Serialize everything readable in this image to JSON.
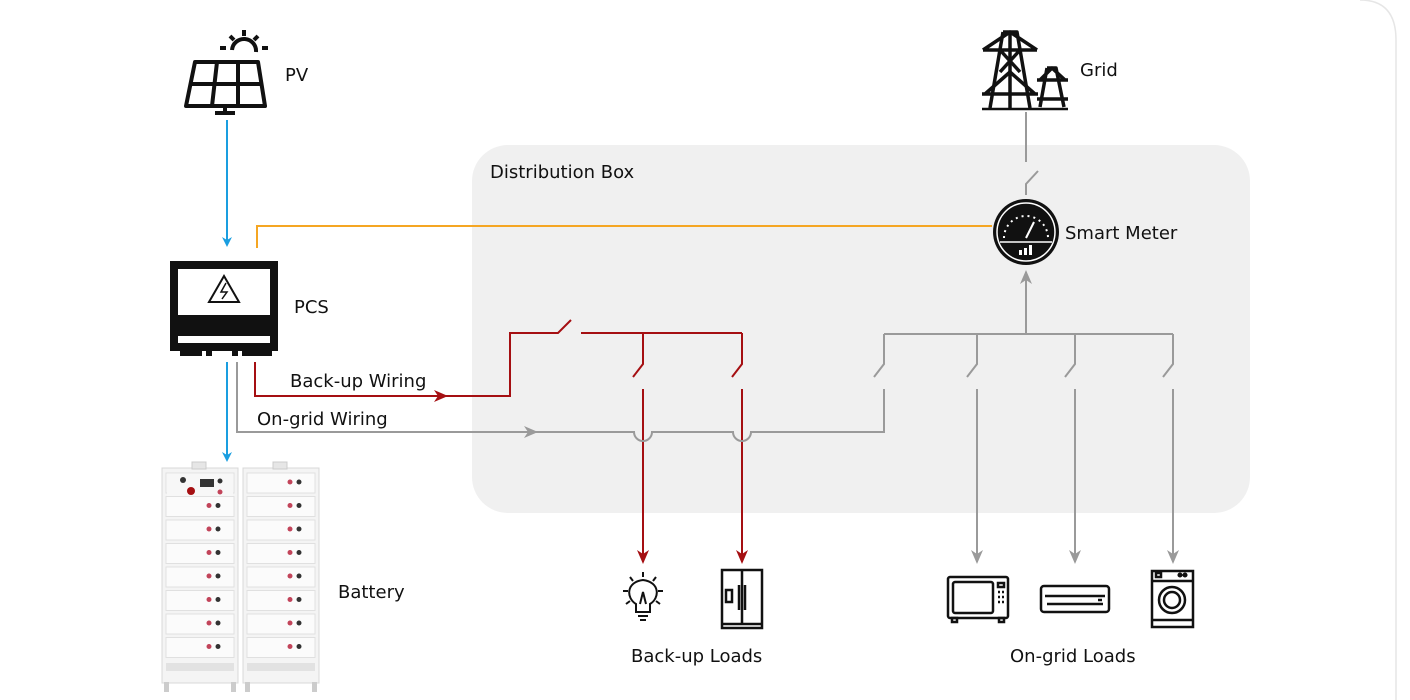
{
  "labels": {
    "pv": "PV",
    "pcs": "PCS",
    "battery": "Battery",
    "distribution_box": "Distribution Box",
    "grid": "Grid",
    "smart_meter": "Smart Meter",
    "backup_wiring": "Back-up Wiring",
    "ongrid_wiring": "On-grid Wiring",
    "backup_loads": "Back-up Loads",
    "ongrid_loads": "On-grid Loads"
  },
  "icons": {
    "pv": "solar-panel-icon",
    "pcs": "inverter-icon",
    "battery": "battery-rack-icon",
    "grid": "transmission-tower-icon",
    "smart_meter": "meter-gauge-icon",
    "backup_loads": [
      "light-bulb-icon",
      "refrigerator-icon"
    ],
    "ongrid_loads": [
      "microwave-icon",
      "air-conditioner-icon",
      "washing-machine-icon"
    ]
  },
  "colors": {
    "pv_flow": "#1a9ee0",
    "communication": "#f5a623",
    "backup_wiring": "#a50f12",
    "ongrid_wiring": "#9a9a9a",
    "distribution_box": "#f0f0f0"
  }
}
